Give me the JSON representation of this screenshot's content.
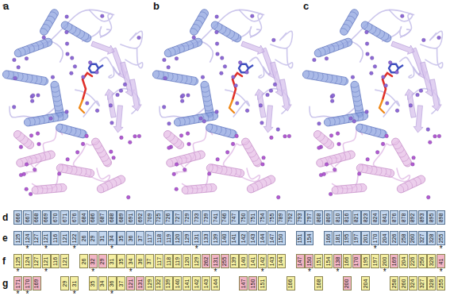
{
  "diagram": {
    "nodes": [
      {
        "text": [
          "666"
        ]
      },
      {
        "text": [
          "667"
        ]
      },
      {
        "text": [
          "668"
        ]
      },
      {
        "text": [
          "669"
        ]
      },
      {
        "text": [
          "670"
        ]
      },
      {
        "text": [
          "671"
        ]
      },
      {
        "text": [
          "676"
        ]
      },
      {
        "text": [
          "684"
        ]
      },
      {
        "text": [
          "686"
        ]
      },
      {
        "text": [
          "687"
        ]
      },
      {
        "text": [
          "688"
        ]
      },
      {
        "text": [
          "689"
        ]
      },
      {
        "text": [
          "691"
        ]
      },
      {
        "text": [
          "692"
        ]
      },
      {
        "text": [
          "709"
        ]
      },
      {
        "text": [
          "725"
        ]
      },
      {
        "text": [
          "726"
        ]
      },
      {
        "text": [
          "727"
        ]
      },
      {
        "text": [
          "729"
        ]
      },
      {
        "text": [
          "733"
        ]
      },
      {
        "text": [
          "739"
        ]
      },
      {
        "text": [
          "741"
        ]
      },
      {
        "text": [
          "746"
        ]
      },
      {
        "text": [
          "747"
        ]
      },
      {
        "text": [
          "750"
        ]
      },
      {
        "text": [
          "751"
        ]
      },
      {
        "text": [
          "754"
        ]
      },
      {
        "text": [
          "755"
        ]
      },
      {
        "text": [
          "789"
        ]
      },
      {
        "text": [
          "792"
        ]
      },
      {
        "text": [
          "793"
        ]
      },
      {
        "text": [
          "797"
        ]
      },
      {
        "text": [
          "808"
        ]
      },
      {
        "text": [
          "809"
        ]
      },
      {
        "text": [
          "810"
        ]
      },
      {
        "text": [
          "816"
        ]
      },
      {
        "text": [
          "821"
        ]
      },
      {
        "text": [
          "823"
        ]
      },
      {
        "text": [
          "824"
        ]
      },
      {
        "text": [
          "841"
        ]
      },
      {
        "text": [
          "876"
        ]
      },
      {
        "text": [
          "878"
        ]
      },
      {
        "text": [
          "892"
        ]
      },
      {
        "text": [
          "893"
        ]
      },
      {
        "text": [
          "895"
        ]
      },
      {
        "text": [
          "898"
        ]
      },
      {
        "text": [
          "125"
        ]
      },
      {
        "text": [
          "124"
        ]
      },
      {
        "text": [
          "127"
        ]
      },
      {
        "text": [
          "121"
        ]
      },
      {
        "text": [
          "116"
        ]
      },
      {
        "text": [
          "121"
        ]
      },
      {
        "text": [
          "122"
        ]
      },
      {
        "text": [
          "26"
        ]
      },
      {
        "text": [
          "29"
        ]
      },
      {
        "text": [
          "31"
        ]
      },
      {
        "text": [
          "34"
        ]
      },
      {
        "text": [
          "35"
        ]
      },
      {
        "text": [
          "36"
        ]
      },
      {
        "text": [
          "37"
        ]
      },
      {
        "text": [
          "117"
        ]
      },
      {
        "text": [
          "118"
        ]
      },
      {
        "text": [
          "119"
        ]
      },
      {
        "text": [
          "120"
        ]
      },
      {
        "text": [
          "129"
        ]
      },
      {
        "text": [
          "131"
        ]
      },
      {
        "text": [
          "133"
        ]
      },
      {
        "text": [
          "139"
        ]
      },
      {
        "text": [
          "140"
        ]
      },
      {
        "text": [
          "141"
        ]
      },
      {
        "text": [
          "142"
        ]
      },
      {
        "text": [
          "143"
        ]
      },
      {
        "text": [
          "144"
        ]
      },
      {
        "text": [
          "147"
        ]
      },
      {
        "text": [
          "150"
        ]
      },
      {
        "text": [
          "151"
        ]
      },
      {
        "text": [
          "154"
        ]
      },
      {
        "text": [
          "166"
        ]
      },
      {
        "text": [
          "181"
        ]
      },
      {
        "text": [
          "195"
        ]
      },
      {
        "text": [
          "197"
        ]
      },
      {
        "text": [
          "201"
        ]
      },
      {
        "text": [
          "170"
        ]
      },
      {
        "text": [
          "204"
        ]
      },
      {
        "text": [
          "226"
        ]
      },
      {
        "text": [
          "258"
        ]
      },
      {
        "text": [
          "260"
        ]
      },
      {
        "text": [
          "327"
        ]
      },
      {
        "text": [
          "328"
        ]
      },
      {
        "text": [
          "255"
        ]
      },
      {
        "text": [
          "125"
        ]
      },
      {
        "text": [
          "124"
        ]
      },
      {
        "text": [
          "127"
        ]
      },
      {
        "text": [
          "121"
        ]
      },
      {
        "text": [
          "116"
        ]
      },
      {
        "text": [
          "121"
        ]
      },
      {
        "text": [
          "26"
        ]
      },
      {
        "text": [
          "32"
        ]
      },
      {
        "text": [
          "29"
        ]
      },
      {
        "text": [
          "31"
        ]
      },
      {
        "text": [
          "35"
        ]
      },
      {
        "text": [
          "34"
        ]
      },
      {
        "text": [
          "36"
        ]
      },
      {
        "text": [
          "37"
        ]
      },
      {
        "text": [
          "117"
        ]
      },
      {
        "text": [
          "118"
        ]
      },
      {
        "text": [
          "119"
        ]
      },
      {
        "text": [
          "120"
        ]
      },
      {
        "text": [
          "129"
        ]
      },
      {
        "text": [
          "262"
        ]
      },
      {
        "text": [
          "131"
        ]
      },
      {
        "text": [
          "255"
        ]
      },
      {
        "text": [
          "139"
        ]
      },
      {
        "text": [
          "140"
        ]
      },
      {
        "text": [
          "141"
        ]
      },
      {
        "text": [
          "142"
        ]
      },
      {
        "text": [
          "143"
        ]
      },
      {
        "text": [
          "144"
        ]
      },
      {
        "text": [
          "147"
        ]
      },
      {
        "text": [
          "150"
        ]
      },
      {
        "text": [
          "151"
        ]
      },
      {
        "text": [
          "154"
        ]
      },
      {
        "text": [
          "138"
        ]
      },
      {
        "text": [
          "166"
        ]
      },
      {
        "text": [
          "170"
        ]
      },
      {
        "text": [
          "195"
        ]
      },
      {
        "text": [
          "197"
        ]
      },
      {
        "text": [
          "200"
        ]
      },
      {
        "text": [
          "169"
        ]
      },
      {
        "text": [
          "204"
        ]
      },
      {
        "text": [
          "226"
        ]
      },
      {
        "text": [
          "256"
        ]
      },
      {
        "text": [
          "328"
        ]
      },
      {
        "text": [
          "41"
        ]
      },
      {
        "text": [
          "171"
        ]
      },
      {
        "text": [
          "170"
        ]
      },
      {
        "text": [
          "169"
        ]
      },
      {
        "text": [
          "29"
        ]
      },
      {
        "text": [
          "31"
        ]
      },
      {
        "text": [
          "35"
        ]
      },
      {
        "text": [
          "34"
        ]
      },
      {
        "text": [
          "36"
        ]
      },
      {
        "text": [
          "37"
        ]
      },
      {
        "text": [
          "121"
        ]
      },
      {
        "text": [
          "131"
        ]
      },
      {
        "text": [
          "129"
        ]
      },
      {
        "text": [
          "132"
        ]
      },
      {
        "text": [
          "139"
        ]
      },
      {
        "text": [
          "140"
        ]
      },
      {
        "text": [
          "141"
        ]
      },
      {
        "text": [
          "142"
        ]
      },
      {
        "text": [
          "143"
        ]
      },
      {
        "text": [
          "144"
        ]
      },
      {
        "text": [
          "147"
        ]
      },
      {
        "text": [
          "150"
        ]
      },
      {
        "text": [
          "151"
        ]
      },
      {
        "text": [
          "166"
        ]
      },
      {
        "text": [
          "168"
        ]
      },
      {
        "text": [
          "200"
        ]
      },
      {
        "text": [
          "204"
        ]
      },
      {
        "text": [
          "258"
        ]
      },
      {
        "text": [
          "260"
        ]
      },
      {
        "text": [
          "324"
        ]
      },
      {
        "text": [
          "327"
        ]
      },
      {
        "text": [
          "328"
        ]
      },
      {
        "text": [
          "255"
        ]
      }
    ],
    "labels": [
      "a",
      "b",
      "c",
      "d",
      "e",
      "f",
      "g",
      "*",
      "*",
      "*",
      "*",
      "*",
      "*",
      "*",
      "*",
      "*",
      "*",
      "*",
      "*",
      "*",
      "*",
      "*",
      "*",
      "*",
      "*",
      "*",
      "*",
      "*",
      "*"
    ]
  }
}
